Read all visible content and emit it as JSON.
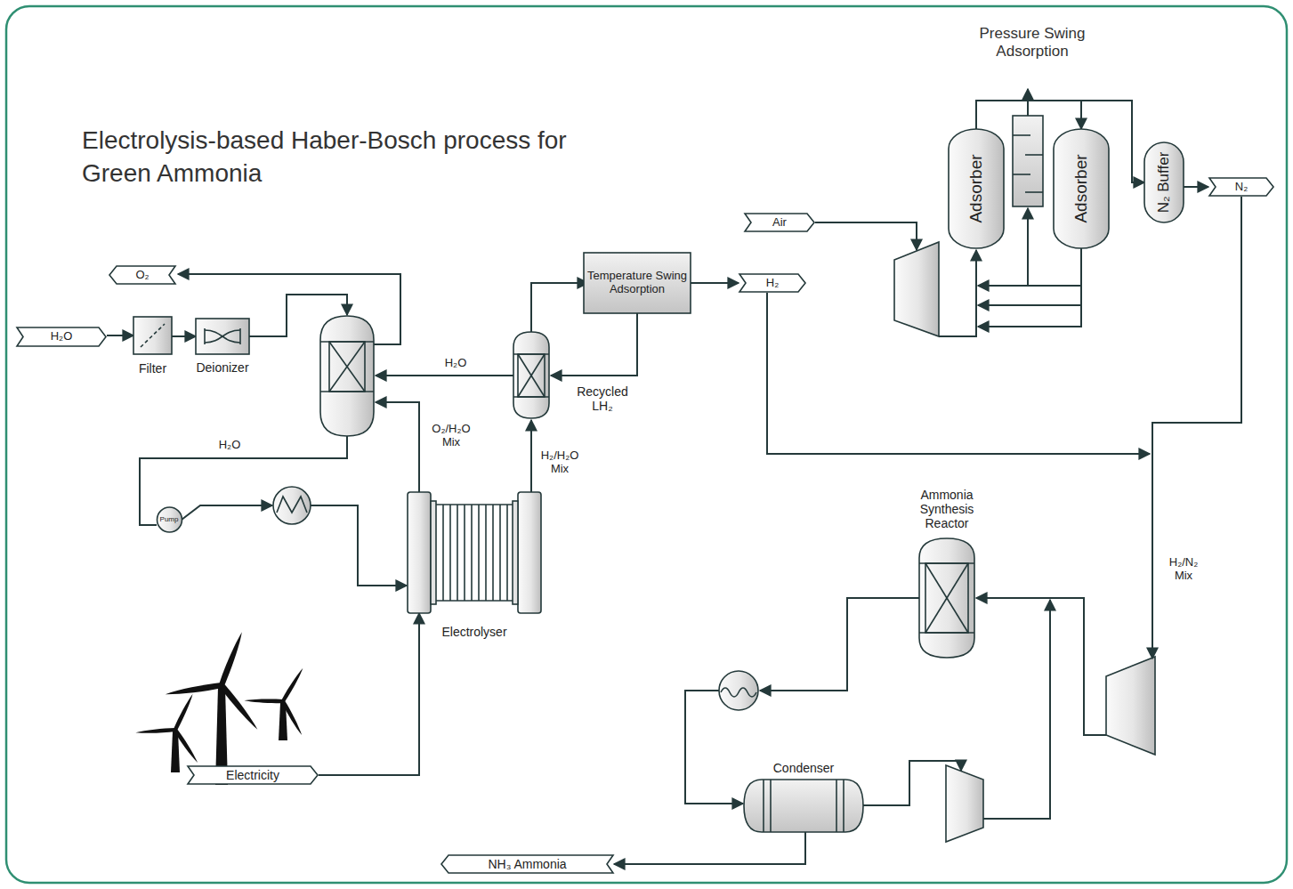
{
  "diagram": {
    "title": "Electrolysis-based Haber-Bosch process for Green Ammonia",
    "nodes": [
      {
        "text": [
          "H₂O"
        ]
      },
      {
        "text": [
          "Filter"
        ]
      },
      {
        "text": [
          "Deionizer"
        ]
      },
      {
        "text": [
          "O₂"
        ]
      },
      {
        "text": [
          "Temperature Swing Adsorption"
        ]
      },
      {
        "text": [
          "H₂"
        ]
      },
      {
        "text": [
          "Air"
        ]
      },
      {
        "text": [
          "Adsorber"
        ]
      },
      {
        "text": [
          "Adsorber"
        ]
      },
      {
        "text": [
          "N₂ Buffer"
        ]
      },
      {
        "text": [
          "N₂"
        ]
      },
      {
        "text": [
          "Pump"
        ]
      },
      {
        "text": [
          "Electrolyser"
        ]
      },
      {
        "text": [
          "Electricity"
        ]
      },
      {
        "text": [
          "Ammonia Synthesis Reactor"
        ]
      },
      {
        "text": [
          "Condenser"
        ]
      },
      {
        "text": [
          "NH₃ Ammonia"
        ]
      }
    ],
    "edges": [
      {
        "from": 0,
        "to": 1,
        "arrow": "to"
      },
      {
        "from": 1,
        "to": 2,
        "arrow": "to"
      },
      {
        "from": 4,
        "to": 5,
        "arrow": "to"
      },
      {
        "from": 7,
        "to": 9,
        "arrow": "to"
      },
      {
        "from": 7,
        "to": 8,
        "arrow": "to"
      },
      {
        "from": 9,
        "to": 10,
        "arrow": "to"
      },
      {
        "from": 13,
        "to": 12,
        "arrow": "to"
      },
      {
        "from": 15,
        "to": 16,
        "arrow": "to"
      }
    ],
    "labels": [
      "Pressure Swing Adsorption",
      "H₂O",
      "Recycled LH₂",
      "O₂/H₂O Mix",
      "H₂/H₂O Mix",
      "H₂O",
      "+",
      "−",
      "H₂/N₂ Mix"
    ]
  }
}
